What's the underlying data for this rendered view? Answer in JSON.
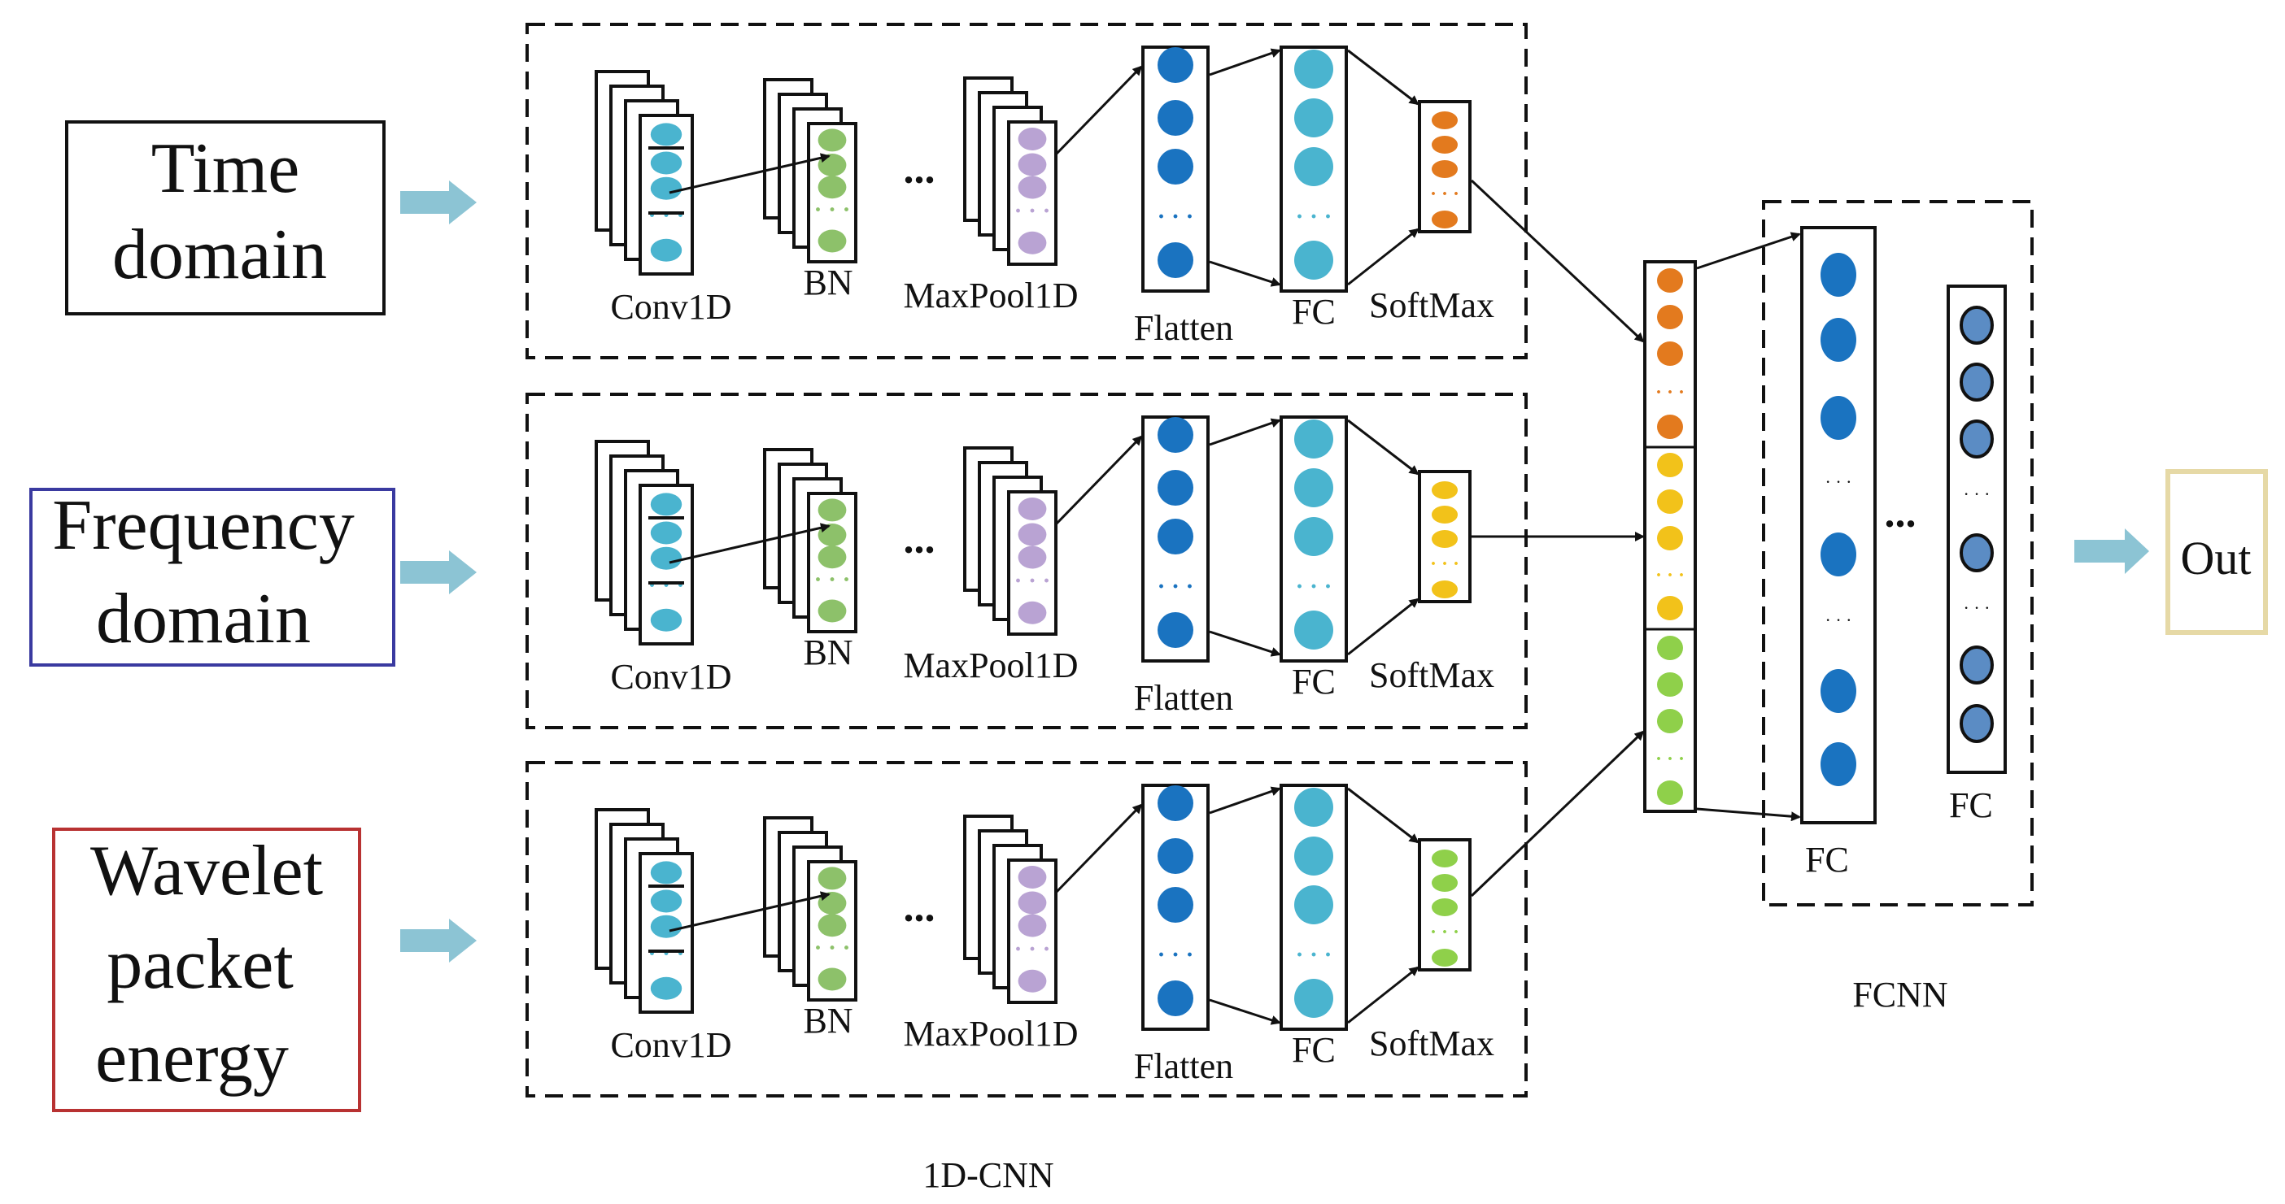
{
  "inputs": [
    {
      "lines": [
        "Time",
        "domain"
      ],
      "border_color": "#111111"
    },
    {
      "lines": [
        "Frequency",
        "domain"
      ],
      "border_color": "#3a3aa0"
    },
    {
      "lines": [
        "Wavelet",
        "packet",
        "energy"
      ],
      "border_color": "#b83232"
    }
  ],
  "cnn_branch_labels": {
    "conv": "Conv1D",
    "bn": "BN",
    "ellipsis": "...",
    "maxpool": "MaxPool1D",
    "flatten": "Flatten",
    "fc": "FC",
    "softmax": "SoftMax"
  },
  "cnn_group_label": "1D-CNN",
  "fcnn_group_label": "FCNN",
  "fcnn_fc_labels": [
    "FC",
    "FC"
  ],
  "fcnn_ellipsis": "...",
  "output_label": "Out",
  "colors": {
    "conv_node": "#4ab4cf",
    "bn_node": "#8dc16a",
    "pool_node": "#b9a3d3",
    "flatten_node": "#1a73c0",
    "fc_node": "#4ab4cf",
    "softmax_branch": [
      "#e37a1e",
      "#f2c21a",
      "#8fd04a"
    ],
    "fcnn_node_1": "#1a73c0",
    "fcnn_node_2": "#5b8cc4",
    "arrow_fill": "#8cc4d4",
    "output_border": "#e6d9a6"
  }
}
